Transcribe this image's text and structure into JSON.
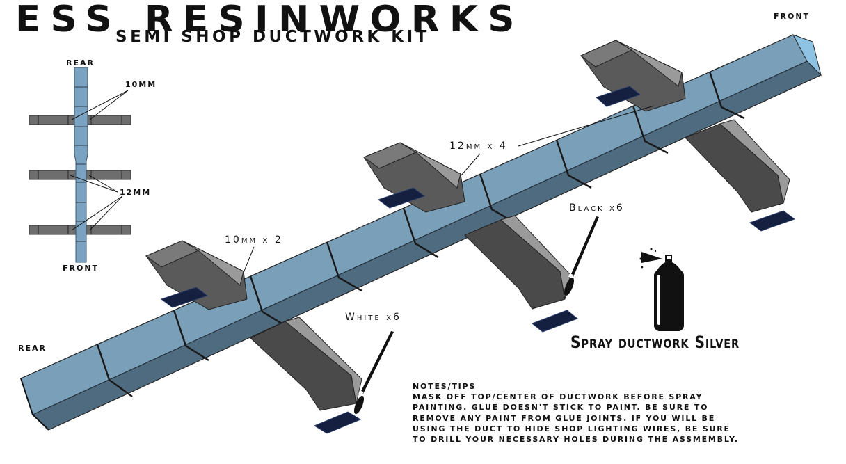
{
  "header": {
    "title": "ESS RESINWORKS",
    "subtitle": "SEMI SHOP DUCTWORK KIT"
  },
  "top_view": {
    "rear_label": "REAR",
    "front_label": "FRONT",
    "callouts": [
      {
        "text": "10MM"
      },
      {
        "text": "12MM"
      }
    ]
  },
  "main_view": {
    "front_label": "FRONT",
    "rear_label": "REAR",
    "callouts": [
      {
        "text": "10mm x 2"
      },
      {
        "text": "12mm x 4"
      },
      {
        "text": "Black x6"
      },
      {
        "text": "White x6"
      }
    ],
    "spray_label": "Spray ductwork Silver"
  },
  "notes": {
    "heading": "NOTES/TIPS",
    "lines": [
      "MASK OFF TOP/CENTER OF DUCTWORK BEFORE SPRAY",
      "PAINTING. GLUE DOESN'T STICK TO PAINT. BE SURE TO",
      "REMOVE ANY PAINT FROM GLUE JOINTS. IF YOU WILL BE",
      "USING THE DUCT TO HIDE SHOP LIGHTING WIRES, BE SURE",
      "TO DRILL YOUR NECESSARY HOLES DURING THE ASSMEMBLY."
    ]
  },
  "colors": {
    "duct_top": "#7a9fb8",
    "duct_side": "#4f6b80",
    "duct_end": "#8fc3e3",
    "branch_light": "#9a9a9a",
    "branch_dark": "#4a4a4a",
    "grille": "#152040",
    "ink": "#111111"
  }
}
